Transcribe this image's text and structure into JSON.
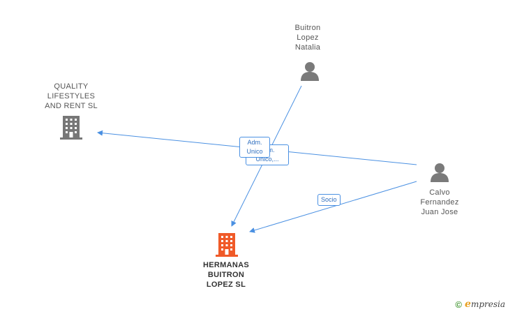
{
  "nodes": {
    "natalia": {
      "type": "person",
      "label": [
        "Buitron",
        "Lopez",
        "Natalia"
      ]
    },
    "quality": {
      "type": "company",
      "label": [
        "QUALITY",
        "LIFESTYLES",
        "AND RENT  SL"
      ]
    },
    "calvo": {
      "type": "person",
      "label": [
        "Calvo",
        "Fernandez",
        "Juan Jose"
      ]
    },
    "hermanas": {
      "type": "company-main",
      "label": [
        "HERMANAS",
        "BUITRON",
        "LOPEZ  SL"
      ]
    }
  },
  "edges": {
    "adm_front": [
      "Adm.",
      "Unico"
    ],
    "adm_back": [
      "Adm.",
      "Unico,..."
    ],
    "socio": [
      "Socio"
    ]
  },
  "colors": {
    "edge": "#4a90e2",
    "person": "#7a7a7a",
    "company": "#777777",
    "main_company": "#f05a28"
  },
  "footer": {
    "copyright": "©",
    "brand_initial": "e",
    "brand_rest": "mpresia"
  }
}
